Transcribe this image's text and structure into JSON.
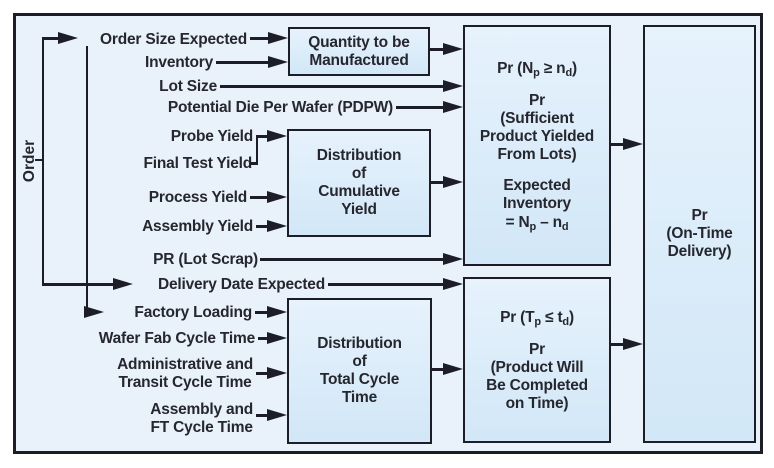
{
  "colors": {
    "page_background": "#ffffff",
    "panel_background": "#e9f2fb",
    "box_fill_top": "#e6f2fc",
    "box_fill_bottom": "#d2e7f7",
    "border_and_lines": "#1c1d27",
    "text": "#26262e"
  },
  "labels": {
    "order": "Order",
    "order_size": "Order Size Expected",
    "inventory": "Inventory",
    "lot_size": "Lot Size",
    "pdpw": "Potential Die Per Wafer (PDPW)",
    "probe_yield": "Probe Yield",
    "final_test_yield": "Final Test Yield",
    "process_yield": "Process Yield",
    "assembly_yield": "Assembly Yield",
    "pr_lot_scrap": "PR (Lot Scrap)",
    "delivery_date": "Delivery Date Expected",
    "factory_loading": "Factory Loading",
    "wafer_fab_ct": "Wafer Fab Cycle Time",
    "admin_transit_ct": "Administrative and\nTransit Cycle Time",
    "assembly_ft_ct": "Assembly and\nFT Cycle Time"
  },
  "boxes": {
    "quantity": "Quantity to be\nManufactured",
    "cumulative_yield": "Distribution\nof\nCumulative\nYield",
    "total_cycle": "Distribution\nof\nTotal Cycle\nTime",
    "on_time_delivery": "Pr\n(On-Time\nDelivery)"
  },
  "big_pr": {
    "f1": {
      "pre": "Pr (N",
      "sub1": "p",
      "mid": " ≥ n",
      "sub2": "d",
      "post": ")"
    },
    "middle": "Pr\n(Sufficient\nProduct Yielded\nFrom Lots)",
    "expected": "Expected\nInventory",
    "f2": {
      "pre": "= N",
      "sub1": "p",
      "mid": " – n",
      "sub2": "d",
      "post": ""
    }
  },
  "time_pr": {
    "f1": {
      "pre": "Pr (T",
      "sub1": "p",
      "mid": " ≤ t",
      "sub2": "d",
      "post": ")"
    },
    "middle": "Pr\n(Product Will\nBe Completed\non Time)"
  }
}
